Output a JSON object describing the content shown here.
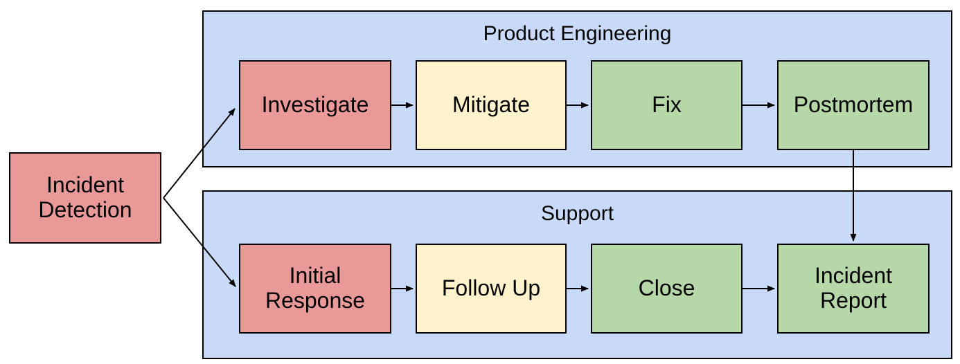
{
  "diagram": {
    "background_color": "#ffffff",
    "line_color": "#000000",
    "text_color": "#000000",
    "node_colors": {
      "red": "#ea9999",
      "yellow": "#fff2cc",
      "green": "#b6d7a8",
      "lane_blue": "#c9daf8"
    },
    "detection": {
      "label": "Incident Detection",
      "fill": "#ea9999"
    },
    "lanes": [
      {
        "title": "Product Engineering",
        "fill": "#c9daf8",
        "nodes": [
          {
            "label": "Investigate",
            "fill": "#ea9999"
          },
          {
            "label": "Mitigate",
            "fill": "#fff2cc"
          },
          {
            "label": "Fix",
            "fill": "#b6d7a8"
          },
          {
            "label": "Postmortem",
            "fill": "#b6d7a8"
          }
        ]
      },
      {
        "title": "Support",
        "fill": "#c9daf8",
        "nodes": [
          {
            "label": "Initial Response",
            "fill": "#ea9999"
          },
          {
            "label": "Follow Up",
            "fill": "#fff2cc"
          },
          {
            "label": "Close",
            "fill": "#b6d7a8"
          },
          {
            "label": "Incident Report",
            "fill": "#b6d7a8"
          }
        ]
      }
    ],
    "edges": [
      {
        "from": "Incident Detection",
        "to": "Investigate"
      },
      {
        "from": "Incident Detection",
        "to": "Initial Response"
      },
      {
        "from": "Investigate",
        "to": "Mitigate"
      },
      {
        "from": "Mitigate",
        "to": "Fix"
      },
      {
        "from": "Fix",
        "to": "Postmortem"
      },
      {
        "from": "Initial Response",
        "to": "Follow Up"
      },
      {
        "from": "Follow Up",
        "to": "Close"
      },
      {
        "from": "Close",
        "to": "Incident Report"
      },
      {
        "from": "Postmortem",
        "to": "Incident Report"
      }
    ]
  }
}
